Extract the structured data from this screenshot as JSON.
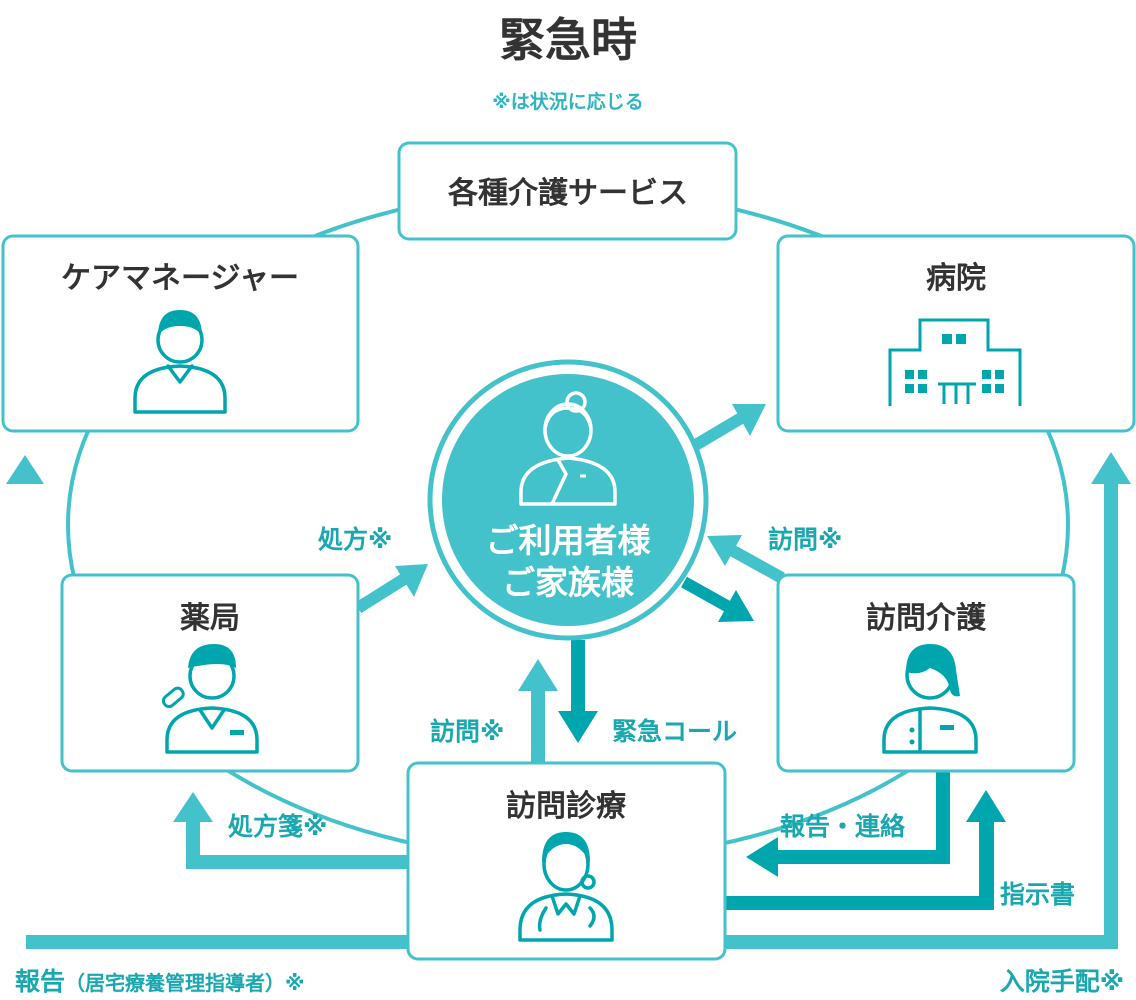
{
  "title": "緊急時",
  "subtitle": "※は状況に応じる",
  "center": {
    "line1": "ご利用者様",
    "line2": "ご家族様"
  },
  "nodes": {
    "services": "各種介護サービス",
    "care_manager": "ケアマネージャー",
    "hospital": "病院",
    "pharmacy": "薬局",
    "home_care": "訪問介護",
    "home_medical": "訪問診療"
  },
  "labels": {
    "prescription": "処方※",
    "visit_right": "訪問※",
    "visit_bottom": "訪問※",
    "emergency_call": "緊急コール",
    "prescription_slip": "処方箋※",
    "report_contact": "報告・連絡",
    "instructions": "指示書",
    "report_main": "報告",
    "report_detail": "（居宅療養管理指導者）※",
    "admission": "入院手配※"
  },
  "colors": {
    "light": "#44c2cc",
    "dark": "#00a6ad",
    "text": "#333333"
  }
}
